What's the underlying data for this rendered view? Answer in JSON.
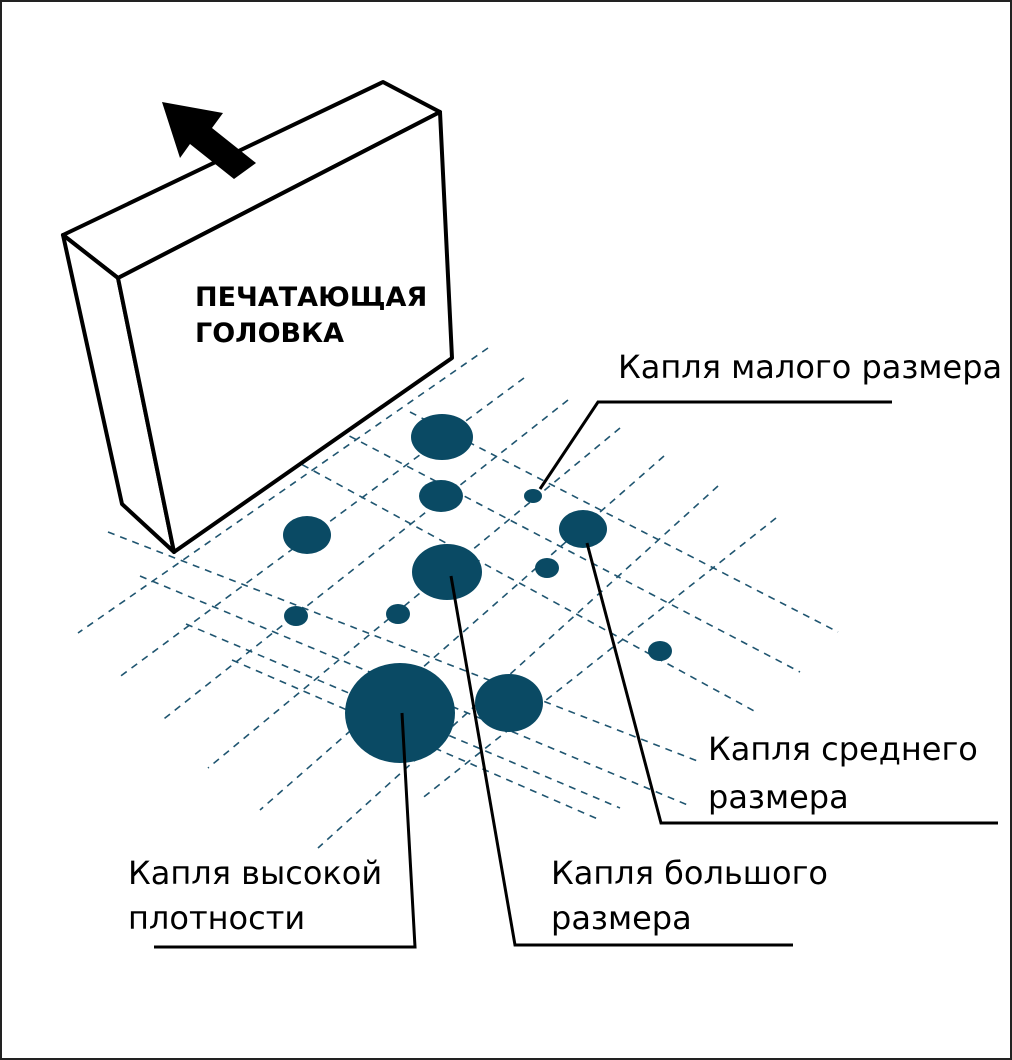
{
  "print_head": {
    "line1": "ПЕЧАТАЮЩАЯ",
    "line2": "ГОЛОВКА"
  },
  "labels": {
    "small": {
      "line1": "Капля малого размера"
    },
    "medium": {
      "line1": "Капля среднего",
      "line2": "размера"
    },
    "large": {
      "line1": "Капля большого",
      "line2": "размера"
    },
    "high_density": {
      "line1": "Капля высокой",
      "line2": "плотности"
    }
  },
  "colors": {
    "drop": "#0a4a64",
    "grid": "#1f5570"
  }
}
